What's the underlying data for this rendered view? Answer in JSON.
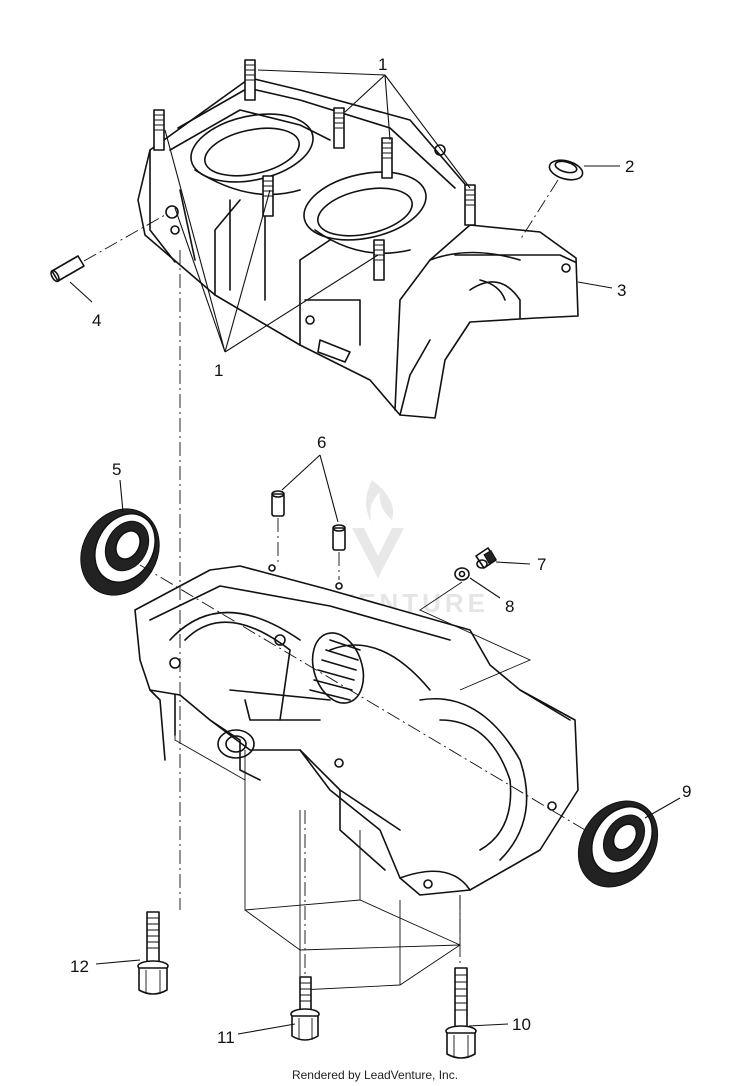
{
  "callouts": {
    "c1_top": "1",
    "c1_bottom": "1",
    "c2": "2",
    "c3": "3",
    "c4": "4",
    "c5": "5",
    "c6": "6",
    "c7": "7",
    "c8": "8",
    "c9": "9",
    "c10": "10",
    "c11": "11",
    "c12": "12"
  },
  "watermark": "LEADVENTURE",
  "footer": "Rendered by LeadVenture, Inc."
}
